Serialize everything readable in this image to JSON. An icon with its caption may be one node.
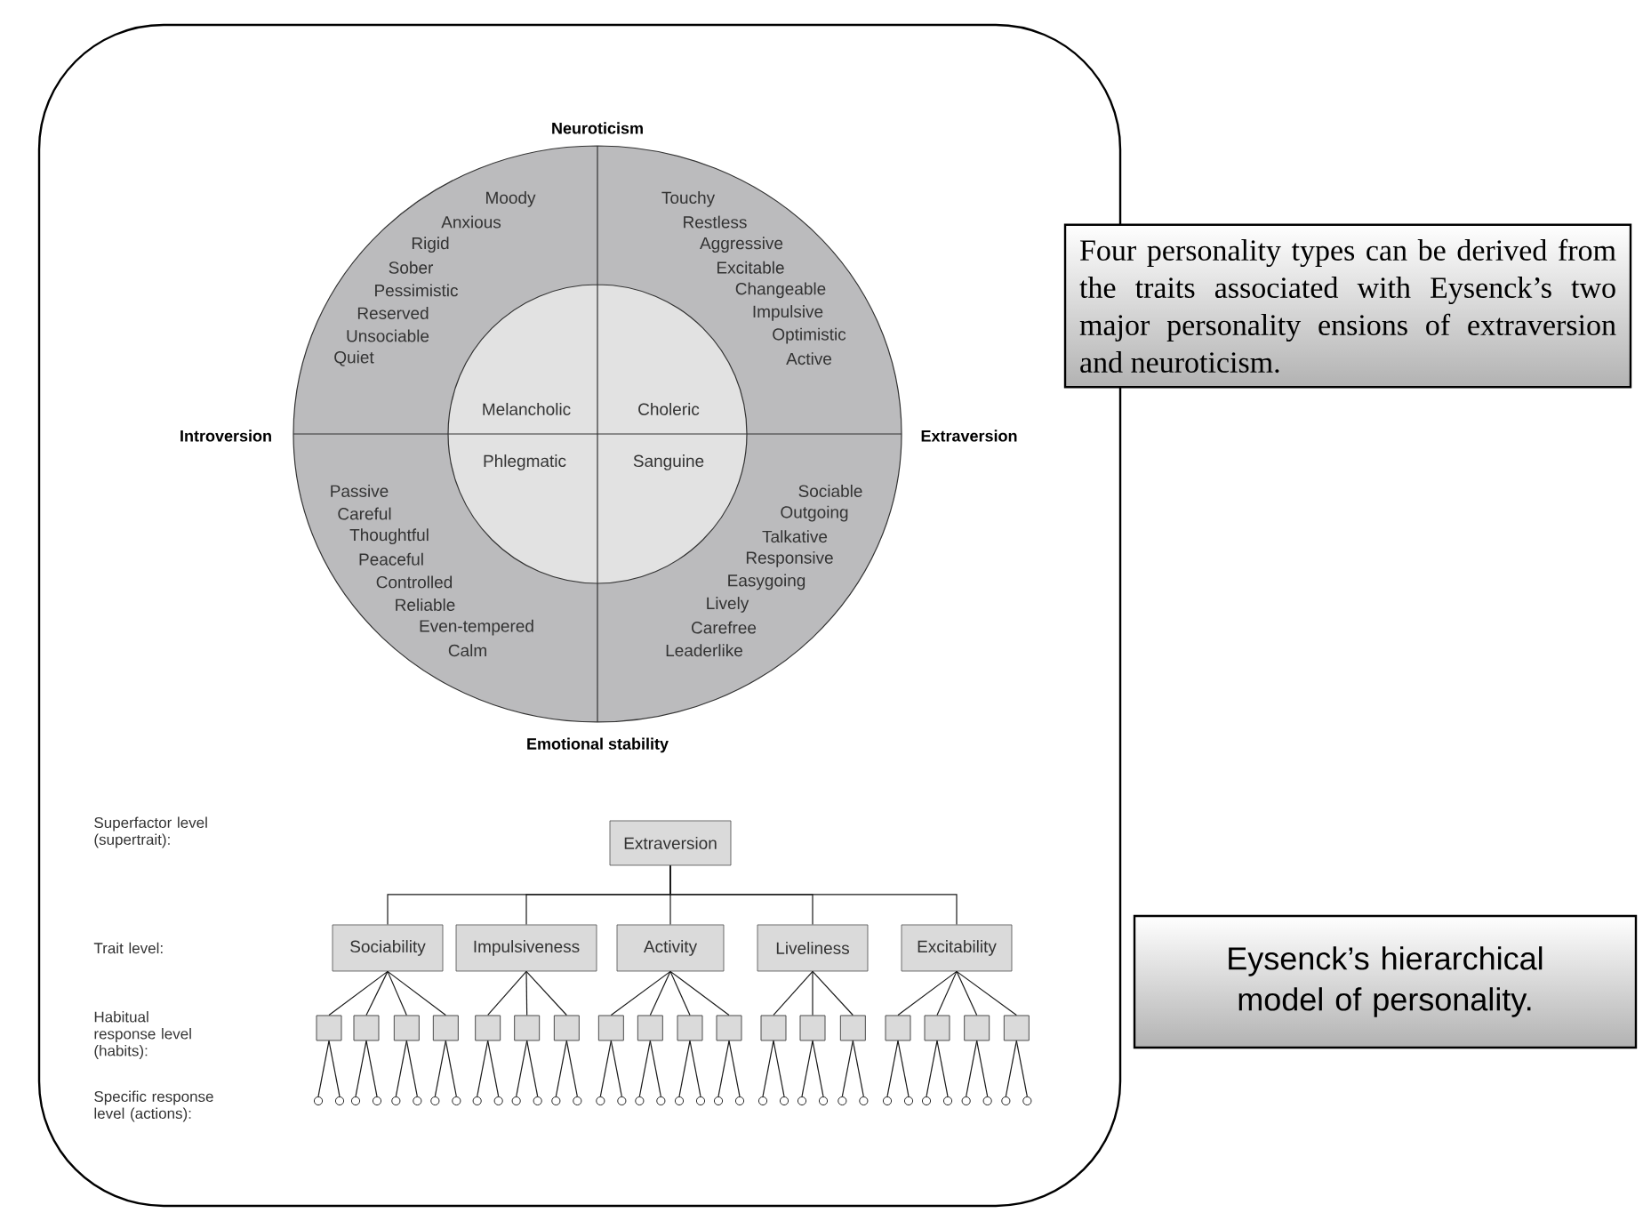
{
  "diagram": {
    "nodes": [
      {
        "text": [
          "Four personality types can be derived from the traits associated with Eysenck’s two major personality ensions of extraversion and neuroticism."
        ]
      },
      {
        "text": [
          "Eysenck’s hierarchical model of personality."
        ]
      },
      {
        "text": [
          "Extraversion"
        ]
      },
      {
        "text": [
          "Sociability"
        ]
      },
      {
        "text": [
          "Impulsiveness"
        ]
      },
      {
        "text": [
          "Activity"
        ]
      },
      {
        "text": [
          "Liveliness"
        ]
      },
      {
        "text": [
          "Excitability"
        ]
      },
      {
        "text": [],
        "shape": "box"
      },
      {
        "text": [],
        "shape": "box"
      },
      {
        "text": [],
        "shape": "box"
      },
      {
        "text": [],
        "shape": "box"
      },
      {
        "text": [],
        "shape": "box"
      },
      {
        "text": [],
        "shape": "box"
      },
      {
        "text": [],
        "shape": "box"
      },
      {
        "text": [],
        "shape": "box"
      },
      {
        "text": [],
        "shape": "box"
      },
      {
        "text": [],
        "shape": "box"
      },
      {
        "text": [],
        "shape": "box"
      },
      {
        "text": [],
        "shape": "box"
      },
      {
        "text": [],
        "shape": "box"
      },
      {
        "text": [],
        "shape": "box"
      },
      {
        "text": [],
        "shape": "box"
      },
      {
        "text": [],
        "shape": "box"
      },
      {
        "text": [],
        "shape": "box"
      },
      {
        "text": [],
        "shape": "box"
      },
      {
        "text": [],
        "shape": "circle"
      },
      {
        "text": [],
        "shape": "circle"
      },
      {
        "text": [],
        "shape": "circle"
      },
      {
        "text": [],
        "shape": "circle"
      },
      {
        "text": [],
        "shape": "circle"
      },
      {
        "text": [],
        "shape": "circle"
      },
      {
        "text": [],
        "shape": "circle"
      },
      {
        "text": [],
        "shape": "circle"
      },
      {
        "text": [],
        "shape": "circle"
      },
      {
        "text": [],
        "shape": "circle"
      },
      {
        "text": [],
        "shape": "circle"
      },
      {
        "text": [],
        "shape": "circle"
      },
      {
        "text": [],
        "shape": "circle"
      },
      {
        "text": [],
        "shape": "circle"
      },
      {
        "text": [],
        "shape": "circle"
      },
      {
        "text": [],
        "shape": "circle"
      },
      {
        "text": [],
        "shape": "circle"
      },
      {
        "text": [],
        "shape": "circle"
      },
      {
        "text": [],
        "shape": "circle"
      },
      {
        "text": [],
        "shape": "circle"
      },
      {
        "text": [],
        "shape": "circle"
      },
      {
        "text": [],
        "shape": "circle"
      },
      {
        "text": [],
        "shape": "circle"
      },
      {
        "text": [],
        "shape": "circle"
      },
      {
        "text": [],
        "shape": "circle"
      },
      {
        "text": [],
        "shape": "circle"
      },
      {
        "text": [],
        "shape": "circle"
      },
      {
        "text": [],
        "shape": "circle"
      },
      {
        "text": [],
        "shape": "circle"
      },
      {
        "text": [],
        "shape": "circle"
      },
      {
        "text": [],
        "shape": "circle"
      },
      {
        "text": [],
        "shape": "circle"
      },
      {
        "text": [],
        "shape": "circle"
      },
      {
        "text": [],
        "shape": "circle"
      },
      {
        "text": [],
        "shape": "circle"
      },
      {
        "text": [],
        "shape": "circle"
      }
    ],
    "edges": [
      {
        "from": 2,
        "to": 3,
        "arrow": "none"
      },
      {
        "from": 2,
        "to": 4,
        "arrow": "none"
      },
      {
        "from": 2,
        "to": 5,
        "arrow": "none"
      },
      {
        "from": 2,
        "to": 6,
        "arrow": "none"
      },
      {
        "from": 2,
        "to": 7,
        "arrow": "none"
      },
      {
        "from": 3,
        "to": 8,
        "arrow": "none"
      },
      {
        "from": 3,
        "to": 9,
        "arrow": "none"
      },
      {
        "from": 3,
        "to": 10,
        "arrow": "none"
      },
      {
        "from": 3,
        "to": 11,
        "arrow": "none"
      },
      {
        "from": 4,
        "to": 12,
        "arrow": "none"
      },
      {
        "from": 4,
        "to": 13,
        "arrow": "none"
      },
      {
        "from": 4,
        "to": 14,
        "arrow": "none"
      },
      {
        "from": 5,
        "to": 15,
        "arrow": "none"
      },
      {
        "from": 5,
        "to": 16,
        "arrow": "none"
      },
      {
        "from": 5,
        "to": 17,
        "arrow": "none"
      },
      {
        "from": 5,
        "to": 18,
        "arrow": "none"
      },
      {
        "from": 6,
        "to": 19,
        "arrow": "none"
      },
      {
        "from": 6,
        "to": 20,
        "arrow": "none"
      },
      {
        "from": 6,
        "to": 21,
        "arrow": "none"
      },
      {
        "from": 7,
        "to": 22,
        "arrow": "none"
      },
      {
        "from": 7,
        "to": 23,
        "arrow": "none"
      },
      {
        "from": 7,
        "to": 24,
        "arrow": "none"
      },
      {
        "from": 7,
        "to": 25,
        "arrow": "none"
      },
      {
        "from": 8,
        "to": 26,
        "arrow": "none"
      },
      {
        "from": 8,
        "to": 27,
        "arrow": "none"
      },
      {
        "from": 9,
        "to": 28,
        "arrow": "none"
      },
      {
        "from": 9,
        "to": 29,
        "arrow": "none"
      },
      {
        "from": 10,
        "to": 30,
        "arrow": "none"
      },
      {
        "from": 10,
        "to": 31,
        "arrow": "none"
      },
      {
        "from": 11,
        "to": 32,
        "arrow": "none"
      },
      {
        "from": 11,
        "to": 33,
        "arrow": "none"
      },
      {
        "from": 12,
        "to": 34,
        "arrow": "none"
      },
      {
        "from": 12,
        "to": 35,
        "arrow": "none"
      },
      {
        "from": 13,
        "to": 36,
        "arrow": "none"
      },
      {
        "from": 13,
        "to": 37,
        "arrow": "none"
      },
      {
        "from": 14,
        "to": 38,
        "arrow": "none"
      },
      {
        "from": 14,
        "to": 39,
        "arrow": "none"
      },
      {
        "from": 15,
        "to": 40,
        "arrow": "none"
      },
      {
        "from": 15,
        "to": 41,
        "arrow": "none"
      },
      {
        "from": 16,
        "to": 42,
        "arrow": "none"
      },
      {
        "from": 16,
        "to": 43,
        "arrow": "none"
      },
      {
        "from": 17,
        "to": 44,
        "arrow": "none"
      },
      {
        "from": 17,
        "to": 45,
        "arrow": "none"
      },
      {
        "from": 18,
        "to": 46,
        "arrow": "none"
      },
      {
        "from": 18,
        "to": 47,
        "arrow": "none"
      },
      {
        "from": 19,
        "to": 48,
        "arrow": "none"
      },
      {
        "from": 19,
        "to": 49,
        "arrow": "none"
      },
      {
        "from": 20,
        "to": 50,
        "arrow": "none"
      },
      {
        "from": 20,
        "to": 51,
        "arrow": "none"
      },
      {
        "from": 21,
        "to": 52,
        "arrow": "none"
      },
      {
        "from": 21,
        "to": 53,
        "arrow": "none"
      },
      {
        "from": 22,
        "to": 54,
        "arrow": "none"
      },
      {
        "from": 22,
        "to": 55,
        "arrow": "none"
      },
      {
        "from": 23,
        "to": 56,
        "arrow": "none"
      },
      {
        "from": 23,
        "to": 57,
        "arrow": "none"
      },
      {
        "from": 24,
        "to": 58,
        "arrow": "none"
      },
      {
        "from": 24,
        "to": 59,
        "arrow": "none"
      },
      {
        "from": 25,
        "to": 60,
        "arrow": "none"
      },
      {
        "from": 25,
        "to": 61,
        "arrow": "none"
      }
    ],
    "labels": [
      "Neuroticism",
      "Moody",
      "Anxious",
      "Rigid",
      "Sober",
      "Pessimistic",
      "Reserved",
      "Unsociable",
      "Quiet",
      "Touchy",
      "Restless",
      "Aggressive",
      "Excitable",
      "Changeable",
      "Impulsive",
      "Optimistic",
      "Active",
      "Melancholic",
      "Choleric",
      "Introversion",
      "Extraversion",
      "Phlegmatic",
      "Sanguine",
      "Passive",
      "Careful",
      "Thoughtful",
      "Peaceful",
      "Controlled",
      "Reliable",
      "Even-tempered",
      "Calm",
      "Sociable",
      "Outgoing",
      "Talkative",
      "Responsive",
      "Easygoing",
      "Lively",
      "Carefree",
      "Leaderlike",
      "Emotional stability",
      "Superfactor level (supertrait):",
      "Trait level:",
      "Habitual response level (habits):",
      "Specific response level (actions):"
    ]
  }
}
